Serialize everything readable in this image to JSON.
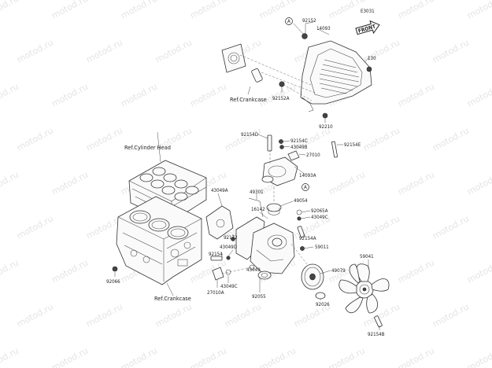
{
  "diagram": {
    "code": "E3031",
    "front_label": "FRONT",
    "watermark": "motod.ru",
    "ref_labels": {
      "crankcase_top": "Ref.Crankcase",
      "cylinder_head": "Ref.Cylinder Head",
      "crankcase_bottom": "Ref.Crankcase"
    },
    "markers": {
      "a1": "A",
      "a2": "A"
    },
    "parts": {
      "p92152": "92152",
      "p14093": "14093",
      "p130": "130",
      "p92152a": "92152A",
      "p92210": "92210",
      "p92154d": "92154D",
      "p92154c": "92154C",
      "p43049b": "43049B",
      "p27010": "27010",
      "p14093a": "14093A",
      "p92154e": "92154E",
      "p43049a": "43049A",
      "p49301": "49301",
      "p16142": "16142",
      "p49054": "49054",
      "p92065a": "92065A",
      "p43049c_top": "43049C",
      "p92172": "92172",
      "p43049d": "43049D",
      "p92154": "92154",
      "p92154a": "92154A",
      "p59011": "59011",
      "p59041": "59041",
      "p43049": "43049",
      "p49079": "49079",
      "p43049c_bot": "43049C",
      "p27010a": "27010A",
      "p92055": "92055",
      "p92066": "92066",
      "p92026": "92026",
      "p92154b": "92154B"
    }
  }
}
